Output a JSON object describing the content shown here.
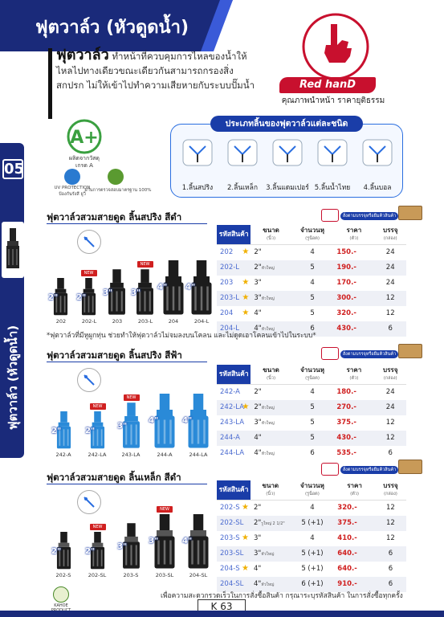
{
  "header": {
    "title": "ฟุตวาล์ว (หัวดูดน้ำ)"
  },
  "side_tab": {
    "number": "05",
    "label": "ฟุตวาล์ว (หัวดูดน้ำ)"
  },
  "intro": {
    "lead": "ฟุตวาล์ว",
    "text": " ทำหน้าที่ควบคุมการไหลของน้ำให้ไหลไปทางเดียวขณะเดียวกันสามารถกรองสิ่งสกปรก ไม่ให้เข้าไปทำความเสียหายกับระบบปั๊มน้ำ"
  },
  "brand": {
    "name": "Red hanD",
    "slogan": "คุณภาพนำหน้า ราคายุติธรรม"
  },
  "certs": {
    "aplus_caption": "ผลิตจากวัสดุ",
    "aplus_grade": "เกรด A",
    "uv_label": "UV PROTECTION",
    "uv_sub": "ป้องกันรังสี ยูวี",
    "safe_label": "ผ่านการตรวจสอบมาตรฐาน 100%"
  },
  "type_box": {
    "title": "ประเภทลิ้นของฟุตวาล์วแต่ละชนิด",
    "types": [
      "1.ลิ้นสปริง",
      "2.ลิ้นเหล็ก",
      "3.ลิ้นแดมเปอร์",
      "5.ลิ้นน้ำไทย",
      "4.ลิ้นบอล"
    ]
  },
  "table_headers": {
    "code": "รหัสสินค้า",
    "size": "ขนาด",
    "size_unit": "(นิ้ว)",
    "qty": "จำนวนหุ",
    "qty_unit": "(รูน็อต)",
    "price": "ราคา",
    "price_unit": "(ตัว)",
    "box": "บรรจุ",
    "box_unit": "(กล่อง)"
  },
  "stock_tag": "สั่งตามบรรจุหรือยืมคิวสินค้า",
  "section1": {
    "title": "ฟุตวาล์วสวมสายดูด ลิ้นสปริง สีดำ",
    "rows": [
      {
        "code": "202",
        "size": "2\"",
        "size_note": "",
        "qty": "4",
        "price": "150.-",
        "box": "24",
        "star": true
      },
      {
        "code": "202-L",
        "size": "2\"",
        "size_note": "หัวใหญ่",
        "qty": "5",
        "price": "190.-",
        "box": "24",
        "star": false
      },
      {
        "code": "203",
        "size": "3\"",
        "size_note": "",
        "qty": "4",
        "price": "170.-",
        "box": "24",
        "star": true
      },
      {
        "code": "203-L",
        "size": "3\"",
        "size_note": "หัวใหญ่",
        "qty": "5",
        "price": "300.-",
        "box": "12",
        "star": true
      },
      {
        "code": "204",
        "size": "4\"",
        "size_note": "",
        "qty": "5",
        "price": "320.-",
        "box": "12",
        "star": true
      },
      {
        "code": "204-L",
        "size": "4\"",
        "size_note": "หัวใหญ่",
        "qty": "6",
        "price": "430.-",
        "box": "6",
        "star": false
      }
    ],
    "products": [
      {
        "size": "2\"",
        "caption": "202",
        "new": false
      },
      {
        "size": "2\"",
        "caption": "202-L",
        "new": true
      },
      {
        "size": "3\"",
        "caption": "203",
        "new": false
      },
      {
        "size": "3\"",
        "caption": "203-L",
        "new": true
      },
      {
        "size": "4\"",
        "caption": "204",
        "new": false
      },
      {
        "size": "4\"",
        "caption": "204-L",
        "new": false
      }
    ],
    "note": "*ฟุตวาล์วที่มีหูผูกทุ่น ช่วยทำให้ฟุตวาล์วไม่จมลงบนโคลน และไม่ดูดเอาโคลนเข้าไปในระบบ*"
  },
  "section2": {
    "title": "ฟุตวาล์วสวมสายดูด ลิ้นสปริง สีฟ้า",
    "rows": [
      {
        "code": "242-A",
        "size": "2\"",
        "size_note": "",
        "qty": "4",
        "price": "180.-",
        "box": "24",
        "star": false
      },
      {
        "code": "242-LA",
        "size": "2\"",
        "size_note": "หัวใหญ่",
        "qty": "5",
        "price": "270.-",
        "box": "24",
        "star": true
      },
      {
        "code": "243-LA",
        "size": "3\"",
        "size_note": "หัวใหญ่",
        "qty": "5",
        "price": "375.-",
        "box": "12",
        "star": false
      },
      {
        "code": "244-A",
        "size": "4\"",
        "size_note": "",
        "qty": "5",
        "price": "430.-",
        "box": "12",
        "star": false
      },
      {
        "code": "244-LA",
        "size": "4\"",
        "size_note": "หัวใหญ่",
        "qty": "6",
        "price": "535.-",
        "box": "6",
        "star": false
      }
    ],
    "products": [
      {
        "size": "2\"",
        "caption": "242-A",
        "new": false
      },
      {
        "size": "2\"",
        "caption": "242-LA",
        "new": true
      },
      {
        "size": "3\"",
        "caption": "243-LA",
        "new": true
      },
      {
        "size": "4\"",
        "caption": "244-A",
        "new": false
      },
      {
        "size": "4\"",
        "caption": "244-LA",
        "new": false
      }
    ]
  },
  "section3": {
    "title": "ฟุตวาล์วสวมสายดูด ลิ้นเหล็ก สีดำ",
    "rows": [
      {
        "code": "202-S",
        "size": "2\"",
        "size_note": "",
        "qty": "4",
        "price": "320.-",
        "box": "12",
        "star": true
      },
      {
        "code": "202-SL",
        "size": "2\"",
        "size_note": "รูใหญ่ 2 1/2\"",
        "qty": "5 (+1)",
        "price": "375.-",
        "box": "12",
        "star": false
      },
      {
        "code": "203-S",
        "size": "3\"",
        "size_note": "",
        "qty": "4",
        "price": "410.-",
        "box": "12",
        "star": true
      },
      {
        "code": "203-SL",
        "size": "3\"",
        "size_note": "หัวใหญ่",
        "qty": "5 (+1)",
        "price": "640.-",
        "box": "6",
        "star": false
      },
      {
        "code": "204-S",
        "size": "4\"",
        "size_note": "",
        "qty": "5 (+1)",
        "price": "640.-",
        "box": "6",
        "star": true
      },
      {
        "code": "204-SL",
        "size": "4\"",
        "size_note": "หัวใหญ่",
        "qty": "6 (+1)",
        "price": "910.-",
        "box": "6",
        "star": false
      }
    ],
    "products": [
      {
        "size": "2\"",
        "caption": "202-S",
        "new": false
      },
      {
        "size": "2\"",
        "caption": "202-SL",
        "new": true
      },
      {
        "size": "3\"",
        "caption": "203-S",
        "new": false
      },
      {
        "size": "3\"",
        "caption": "203-SL",
        "new": true
      },
      {
        "size": "4\"",
        "caption": "204-SL",
        "new": false
      }
    ]
  },
  "footer": {
    "note": "เพื่อความสะดวกรวดเร็วในการสั่งซื้อสินค้า กรุณาระบุรหัสสินค้า ในการสั่งซื้อทุกครั้ง",
    "page": "K 63",
    "kahoe": "KAHOE PRODUCT"
  },
  "colors": {
    "navy": "#1a2a7a",
    "brand_red": "#c8102e",
    "price_red": "#d02020",
    "accent_blue": "#1a3da8"
  },
  "icons": [
    "star-icon",
    "hand-logo-icon",
    "aplus-badge-icon",
    "uv-icon",
    "safe-icon",
    "valve-flap-icon"
  ]
}
